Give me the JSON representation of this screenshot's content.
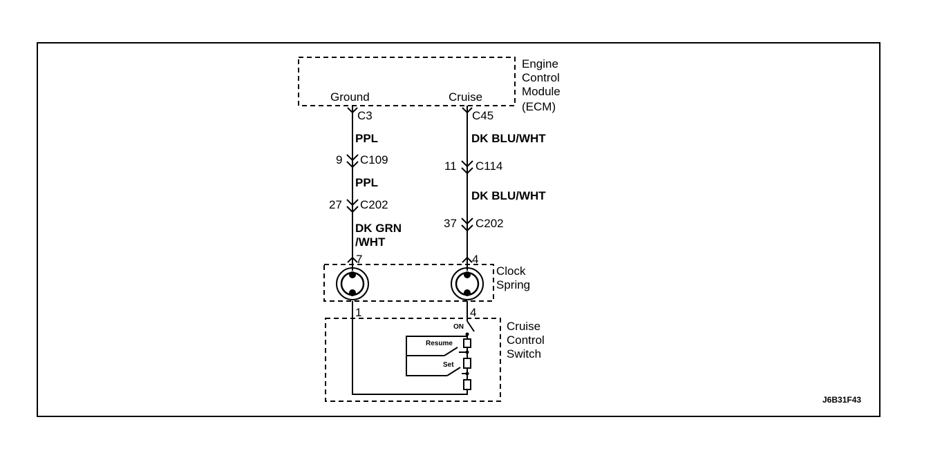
{
  "ecm": {
    "title_lines": [
      "Engine",
      "Control",
      "Module",
      "(ECM)"
    ],
    "pin_ground": "Ground",
    "pin_cruise": "Cruise"
  },
  "left_circuit": {
    "ecm_connector": "C3",
    "wire1_color": "PPL",
    "conn1_pin": "9",
    "conn1_name": "C109",
    "wire2_color": "PPL",
    "conn2_pin": "27",
    "conn2_name": "C202",
    "wire3_color_lines": [
      "DK GRN",
      "/WHT"
    ],
    "clock_top_pin": "7",
    "clock_bottom_pin": "1"
  },
  "right_circuit": {
    "ecm_connector": "C45",
    "wire1_color": "DK BLU/WHT",
    "conn1_pin": "11",
    "conn1_name": "C114",
    "wire2_color": "DK BLU/WHT",
    "conn2_pin": "37",
    "conn2_name": "C202",
    "clock_top_pin": "4",
    "clock_bottom_pin": "4"
  },
  "clock_spring": {
    "label_lines": [
      "Clock",
      "Spring"
    ]
  },
  "cruise_switch": {
    "label_lines": [
      "Cruise",
      "Control",
      "Switch"
    ],
    "on_label": "ON",
    "resume_label": "Resume",
    "set_label": "Set"
  },
  "figure_id": "J6B31F43"
}
